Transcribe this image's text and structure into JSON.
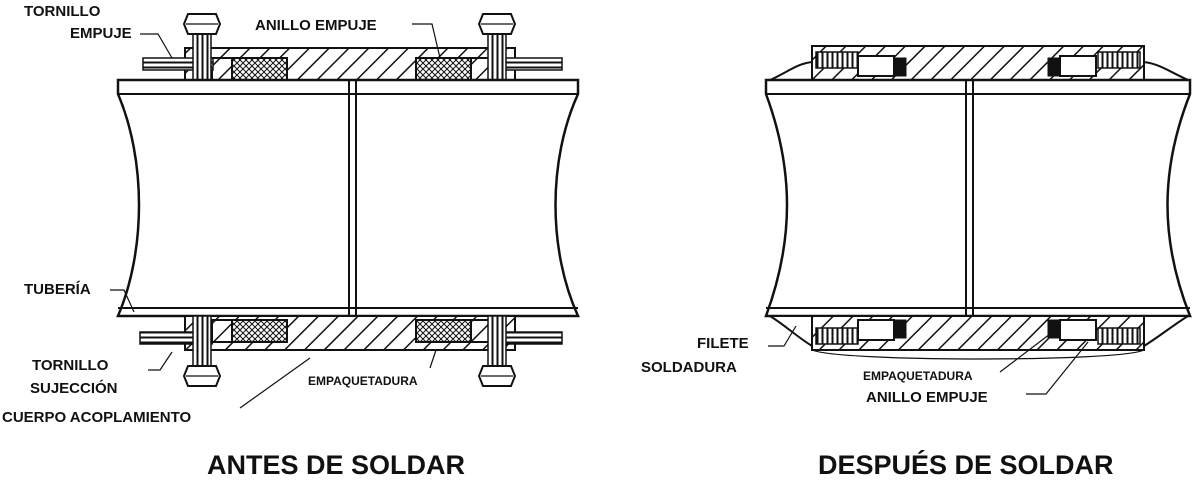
{
  "labels": {
    "before": {
      "thrust_screw": [
        "TORNILLO",
        "EMPUJE"
      ],
      "thrust_ring": "ANILLO EMPUJE",
      "pipe": "TUBERÍA",
      "retaining_screw": [
        "TORNILLO",
        "SUJECCIÓN"
      ],
      "packing": "EMPAQUETADURA",
      "coupling_body": "CUERPO ACOPLAMIENTO",
      "caption": "ANTES DE SOLDAR"
    },
    "after": {
      "fillet_weld": [
        "FILETE",
        "SOLDADURA"
      ],
      "packing": "EMPAQUETADURA",
      "thrust_ring": "ANILLO EMPUJE",
      "caption": "DESPUÉS DE SOLDAR"
    }
  }
}
